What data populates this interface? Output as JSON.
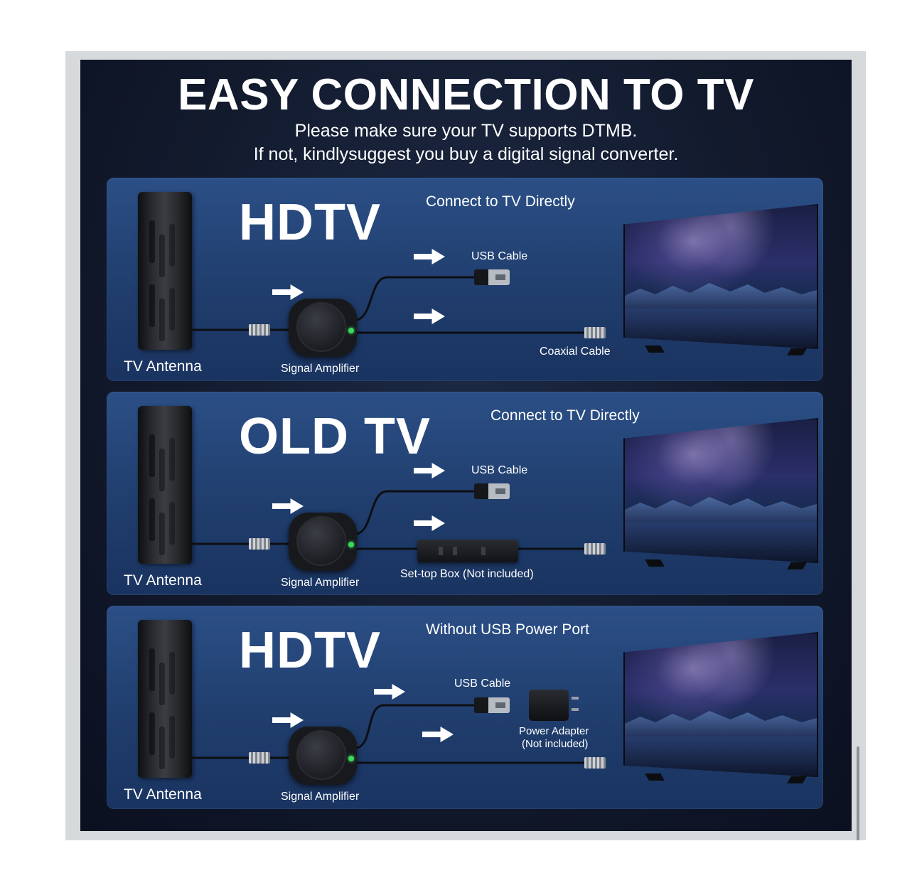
{
  "title": "EASY CONNECTION TO TV",
  "subtitle_line1": "Please make sure your TV supports DTMB.",
  "subtitle_line2": "If not, kindlysuggest you buy a digital signal converter.",
  "panels": [
    {
      "heading": "HDTV",
      "mode": "Connect to TV Directly",
      "antenna_label": "TV Antenna",
      "amplifier_label": "Signal Amplifier",
      "usb_label": "USB Cable",
      "coax_label": "Coaxial Cable"
    },
    {
      "heading": "OLD TV",
      "mode": "Connect to TV Directly",
      "antenna_label": "TV Antenna",
      "amplifier_label": "Signal Amplifier",
      "usb_label": "USB Cable",
      "stb_label": "Set-top Box (Not included)"
    },
    {
      "heading": "HDTV",
      "mode": "Without USB Power Port",
      "antenna_label": "TV Antenna",
      "amplifier_label": "Signal Amplifier",
      "usb_label": "USB Cable",
      "adapter_label_1": "Power Adapter",
      "adapter_label_2": "(Not included)"
    }
  ],
  "colors": {
    "background": "#121a2d",
    "panel": "#1f3c6b",
    "text": "#ffffff",
    "led": "#3bd95a"
  },
  "icons": [
    "tv-antenna-icon",
    "signal-amplifier-icon",
    "usb-plug-icon",
    "coaxial-plug-icon",
    "set-top-box-icon",
    "power-adapter-icon",
    "television-icon",
    "arrow-right-icon"
  ]
}
